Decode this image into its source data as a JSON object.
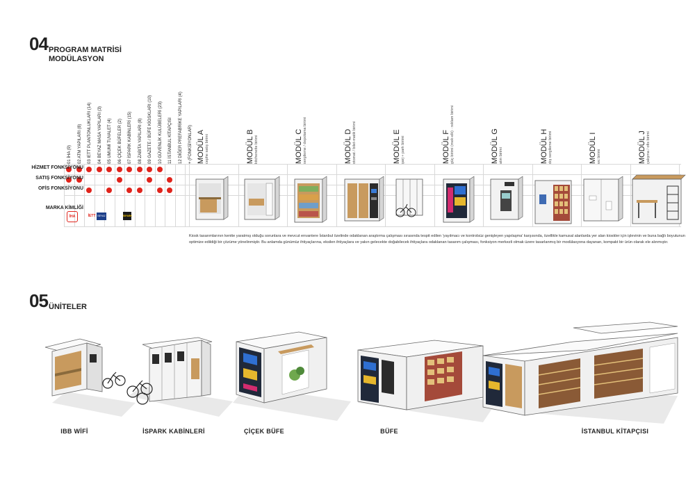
{
  "section04": {
    "number": "04",
    "title_line1": "PROGRAM MATRİSİ",
    "title_line2": "MODÜLASYON"
  },
  "section05": {
    "number": "05",
    "title": "ÜNİTELER"
  },
  "categories": [
    "01 İHA (9)",
    "02 ATM YAPILARI (8)",
    "03 IETT PLANTONLUKLARI (14)",
    "04 BEYAZ MASA YAPILARI (3)",
    "05 UMUMİ TUVALET (4)",
    "06 ÇİÇEK BÜFELER (2)",
    "07 İSPARK KABİNLERİ (15)",
    "08 ZABITA YAPILARI (8)",
    "09 GAZETE / BÜFE KİOSKLARI (10)",
    "10 GÜVENLİK KULÜBELERİ (23)",
    "11 İSTANBUL KİTAPÇISI",
    "12 DİĞER PREFABRİKE YAPILARI (4)",
    "+ (FONKSİYONLAR)"
  ],
  "modules": [
    {
      "name": "MODÜL A",
      "sub": "cephe satış birimi"
    },
    {
      "name": "MODÜL B",
      "sub": "kitchenette birimi"
    },
    {
      "name": "MODÜL C",
      "sub": "sergileme / depolama birimi"
    },
    {
      "name": "MODÜL D",
      "sub": "otomat / bilet-matik birimi"
    },
    {
      "name": "MODÜL E",
      "sub": "şarj + park birimi"
    },
    {
      "name": "MODÜL F",
      "sub": "güç birimi (mek-elk) · reklam birimi"
    },
    {
      "name": "MODÜL G",
      "sub": "atm birimi"
    },
    {
      "name": "MODÜL H",
      "sub": "dış sergileme birimi"
    },
    {
      "name": "MODÜL I",
      "sub": "wc birimi"
    },
    {
      "name": "MODÜL J",
      "sub": "çalışma / ofis birimi"
    }
  ],
  "rows": {
    "hizmet": "HİZMET FONKSİYONU",
    "satis": "SATIŞ FONKSİYONU",
    "ofis": "OFİS FONKSİYONU",
    "marka": "MARKA KİMLİĞİ"
  },
  "matrix": {
    "hizmet": [
      1,
      1,
      1,
      1,
      1,
      1,
      1,
      1,
      1,
      1,
      0,
      0
    ],
    "satis": [
      1,
      1,
      0,
      0,
      0,
      1,
      0,
      0,
      1,
      0,
      1,
      0
    ],
    "ofis": [
      0,
      0,
      1,
      0,
      1,
      0,
      1,
      1,
      0,
      1,
      1,
      0
    ]
  },
  "brand_logos": {
    "iha": "İHA",
    "iett": "İETT",
    "beyaz_masa": "BEYAZ MASA",
    "ispark": "İSPARK"
  },
  "description": "Kiosk tasarımlarının kentte yaratmış olduğu sorunlara ve mevcut envantere İstanbul özelinde odaklanan araştırma çalışması sırasında tespit edilen 'yayılmacı ve kontrolsüz genişleyen yapılaşma' karşısında, özellikle kamusal alanlarda yer alan kioskler için işlevinin ve buna bağlı boyutunun optimize edildiği bir çözüme yönelinmiştir. Bu anlamda günümüz ihtiyaçlarına, eksilen ihtiyaçlara ve yakın gelecekte doğabilecek ihtiyaçlara odaklanan tasarım çalışması, fonksiyon merkezli olmak üzere tasarlanmış bir modülasyona dayanan, kompakt bir ürün olarak ele alınmıştır.",
  "units": [
    "IBB WİFİ",
    "İSPARK KABİNLERİ",
    "ÇİÇEK BÜFE",
    "BÜFE",
    "İSTANBUL KİTAPÇISI"
  ],
  "colors": {
    "dot": "#e0241c",
    "wood": "#c89a5e",
    "panel": "#f2f2f2",
    "dark": "#2b2b2b"
  }
}
